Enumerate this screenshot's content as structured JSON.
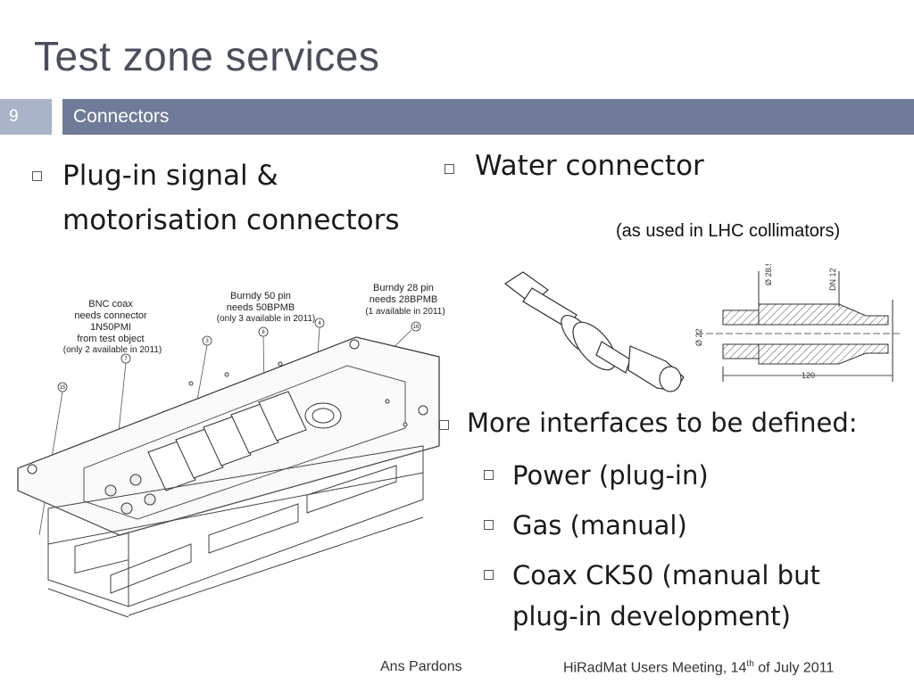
{
  "slide": {
    "title": "Test zone services",
    "number": "9",
    "section": "Connectors"
  },
  "left_column": {
    "bullet_text": "Plug-in signal & motorisation connectors",
    "figure_labels": {
      "bnc": [
        "BNC coax",
        "needs connector",
        "1N50PMI",
        "from test object",
        "(only 2 available in 2011)"
      ],
      "burndy50": [
        "Burndy 50 pin",
        "needs 50BPMB",
        "(only 3 available in 2011)"
      ],
      "burndy28": [
        "Burndy 28 pin",
        "needs 28BPMB",
        "(1 available in 2011)"
      ],
      "callouts": [
        "7",
        "3",
        "8",
        "4",
        "16",
        "15"
      ]
    }
  },
  "right_column": {
    "water_bullet": "Water connector",
    "water_note": "(as used in LHC collimators)",
    "drawing_labels": [
      "Ø 28.5",
      "DN 12",
      "Ø 22",
      "120"
    ],
    "more_bullet": "More interfaces to be defined:",
    "sub_bullets": [
      "Power (plug-in)",
      "Gas (manual)",
      "Coax CK50 (manual but",
      "plug-in development)"
    ]
  },
  "footer": {
    "author": "Ans Pardons",
    "event_prefix": "HiRadMat Users Meeting, 14",
    "event_sup": "th",
    "event_suffix": " of July 2011"
  },
  "colors": {
    "title": "#4a4f5c",
    "section_bar": "#6f7b99",
    "slide_number_bg": "#a9b4c9"
  }
}
